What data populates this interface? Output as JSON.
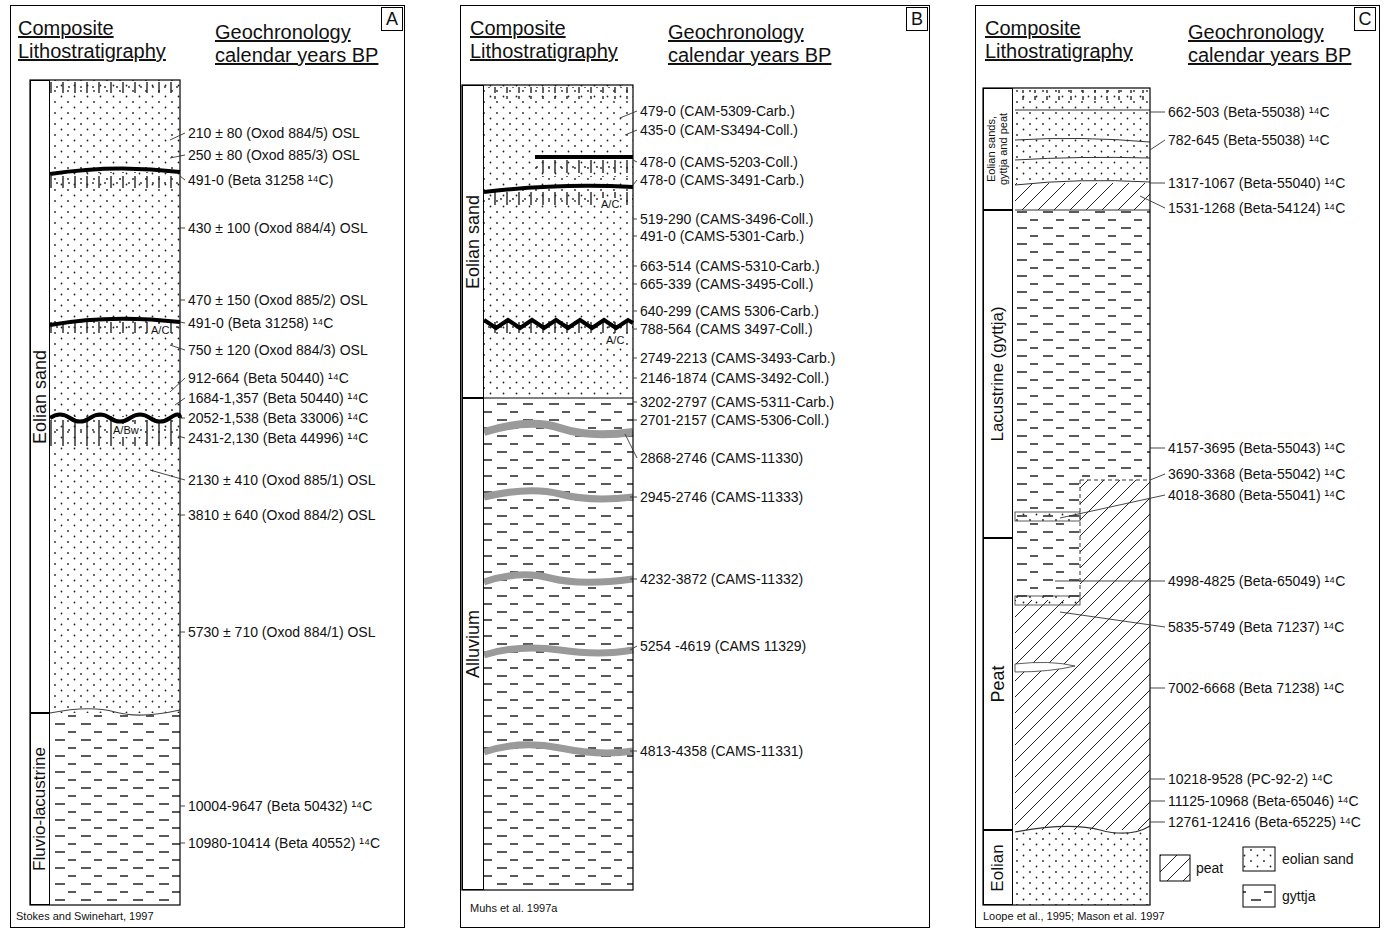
{
  "diagram": {
    "nodes": [
      {
        "text": [
          "Composite Lithostratigraphy",
          "Geochronology calendar years BP"
        ]
      },
      {
        "text": [
          "A"
        ],
        "in": 0
      },
      {
        "text": [
          "Eolian sand"
        ],
        "in": 0
      },
      {
        "text": [
          "Fluvio-lacustrine"
        ],
        "in": 0
      },
      {
        "text": [
          "Composite Lithostratigraphy",
          "Geochronology calendar years BP"
        ]
      },
      {
        "text": [
          "B"
        ],
        "in": 4
      },
      {
        "text": [
          "Eolian sand"
        ],
        "in": 4
      },
      {
        "text": [
          "Alluvium"
        ],
        "in": 4
      },
      {
        "text": [
          "Composite Lithostratigraphy",
          "Geochronology calendar years BP"
        ]
      },
      {
        "text": [
          "C"
        ],
        "in": 8
      },
      {
        "text": [
          "Eolian sands, gyttja and peat"
        ],
        "in": 8
      },
      {
        "text": [
          "Lacustrine (gyttja)"
        ],
        "in": 8
      },
      {
        "text": [
          "Peat"
        ],
        "in": 8
      },
      {
        "text": [
          "Eolian"
        ],
        "in": 8
      }
    ],
    "labels": [
      "210 ± 80 (Oxod 884/5) OSL",
      "250 ± 80 (Oxod 885/3) OSL",
      "491-0 (Beta 31258 ¹⁴C)",
      "430 ± 100 (Oxod 884/4) OSL",
      "470 ± 150 (Oxod 885/2) OSL",
      "491-0 (Beta 31258) ¹⁴C",
      "750 ± 120 (Oxod 884/3) OSL",
      "912-664 (Beta 50440) ¹⁴C",
      "1684-1,357 (Beta 50440) ¹⁴C",
      "2052-1,538 (Beta 33006) ¹⁴C",
      "2431-2,130 (Beta 44996) ¹⁴C",
      "2130 ± 410 (Oxod 885/1) OSL",
      "3810 ± 640 (Oxod 884/2) OSL",
      "5730 ± 710 (Oxod 884/1) OSL",
      "10004-9647 (Beta 50432) ¹⁴C",
      "10980-10414 (Beta 40552) ¹⁴C",
      "A/C",
      "A/Bw",
      "Stokes and Swinehart, 1997",
      "479-0 (CAM-5309-Carb.)",
      "435-0 (CAM-S3494-Coll.)",
      "478-0 (CAMS-5203-Coll.)",
      "478-0 (CAMS-3491-Carb.)",
      "519-290 (CAMS-3496-Coll.)",
      "491-0 (CAMS-5301-Carb.)",
      "663-514 (CAMS-5310-Carb.)",
      "665-339 (CAMS-3495-Coll.)",
      "640-299 (CAMS 5306-Carb.)",
      "788-564 (CAMS 3497-Coll.)",
      "2749-2213 (CAMS-3493-Carb.)",
      "2146-1874 (CAMS-3492-Coll.)",
      "3202-2797 (CAMS-5311-Carb.)",
      "2701-2157 (CAMS-5306-Coll.)",
      "2868-2746 (CAMS-11330)",
      "2945-2746 (CAMS-11333)",
      "4232-3872 (CAMS-11332)",
      "5254 -4619 (CAMS 11329)",
      "4813-4358 (CAMS-11331)",
      "A/C",
      "A/C",
      "Muhs et al. 1997a",
      "662-503 (Beta-55038) ¹⁴C",
      "782-645 (Beta-55038) ¹⁴C",
      "1317-1067 (Beta-55040) ¹⁴C",
      "1531-1268 (Beta-54124) ¹⁴C",
      "4157-3695 (Beta-55043) ¹⁴C",
      "3690-3368 (Beta-55042) ¹⁴C",
      "4018-3680 (Beta-55041) ¹⁴C",
      "4998-4825 (Beta-65049) ¹⁴C",
      "5835-5749 (Beta 71237) ¹⁴C",
      "7002-6668 (Beta 71238) ¹⁴C",
      "10218-9528 (PC-92-2) ¹⁴C",
      "11125-10968 (Beta-65046) ¹⁴C",
      "12761-12416 (Beta-65225) ¹⁴C",
      "Loope et al., 1995; Mason et al. 1997"
    ],
    "legend": [
      {
        "text": "peat"
      },
      {
        "text": "eolian sand"
      },
      {
        "text": "gyttja"
      }
    ]
  }
}
